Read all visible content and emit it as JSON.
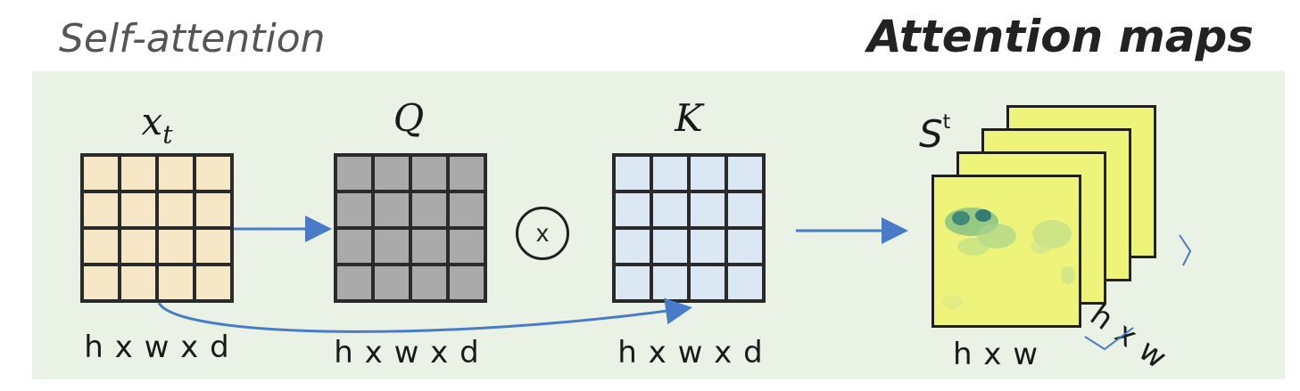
{
  "titles": {
    "left": "Self-attention",
    "right": "Attention maps"
  },
  "matrices": {
    "x": {
      "label_base": "x",
      "label_sub": "t",
      "dims": "h x w x d"
    },
    "q": {
      "label": "Q",
      "dims": "h x w x d"
    },
    "k": {
      "label": "K",
      "dims": "h x w x d"
    }
  },
  "operator": {
    "symbol": "x"
  },
  "attention_maps": {
    "label_base": "S",
    "label_sup": "t",
    "dims_bottom": "h x w",
    "dims_side": "h x w"
  },
  "colors": {
    "panel": "#e9f2e5",
    "x_cells": "#f6e8c6",
    "q_cells": "#aaaaaa",
    "k_cells": "#dbe7f2",
    "arrow": "#4a7bc8",
    "map_fill": "#eef37a"
  }
}
